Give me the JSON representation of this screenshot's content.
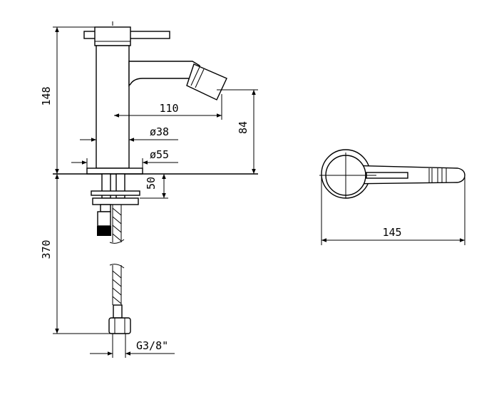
{
  "dimensions": {
    "height_total": "148",
    "spout_reach": "110",
    "body_diameter": "ø38",
    "base_diameter": "ø55",
    "spout_height": "84",
    "deck_thickness": "50",
    "hose_length": "370",
    "connection": "G3/8\"",
    "top_view_length": "145"
  },
  "colors": {
    "line": "#000000",
    "background": "#ffffff"
  }
}
